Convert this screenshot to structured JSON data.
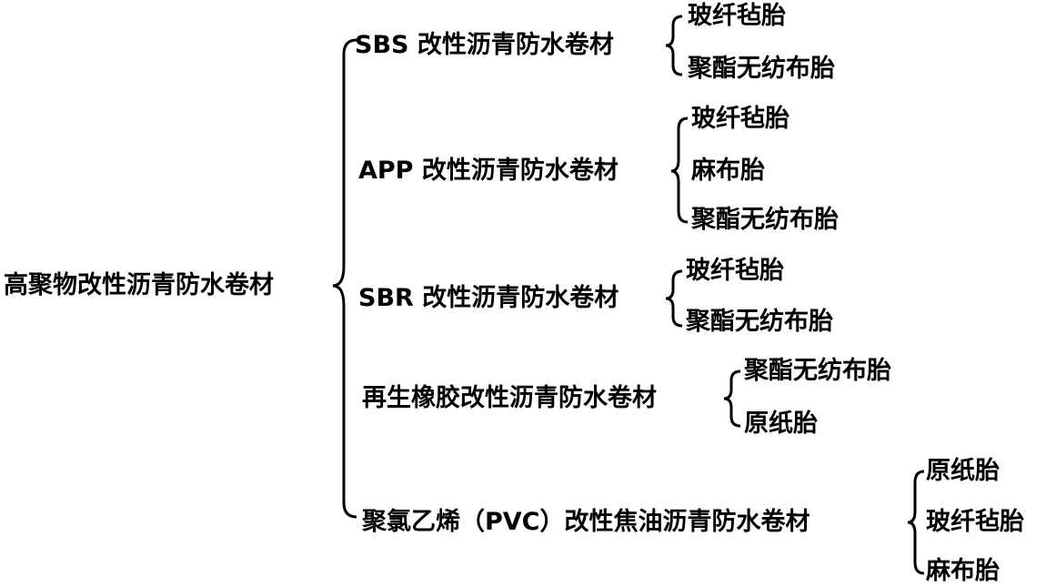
{
  "root": {
    "label": "高聚物改性沥青防水卷材"
  },
  "categories": [
    {
      "label": "SBS 改性沥青防水卷材",
      "children": [
        "玻纤毡胎",
        "聚酯无纺布胎"
      ]
    },
    {
      "label": "APP 改性沥青防水卷材",
      "children": [
        "玻纤毡胎",
        "麻布胎",
        "聚酯无纺布胎"
      ]
    },
    {
      "label": "SBR 改性沥青防水卷材",
      "children": [
        "玻纤毡胎",
        "聚酯无纺布胎"
      ]
    },
    {
      "label": "再生橡胶改性沥青防水卷材",
      "children": [
        "聚酯无纺布胎",
        "原纸胎"
      ]
    },
    {
      "label": "聚氯乙烯（PVC）改性焦油沥青防水卷材",
      "children": [
        "原纸胎",
        "玻纤毡胎",
        "麻布胎"
      ]
    }
  ]
}
